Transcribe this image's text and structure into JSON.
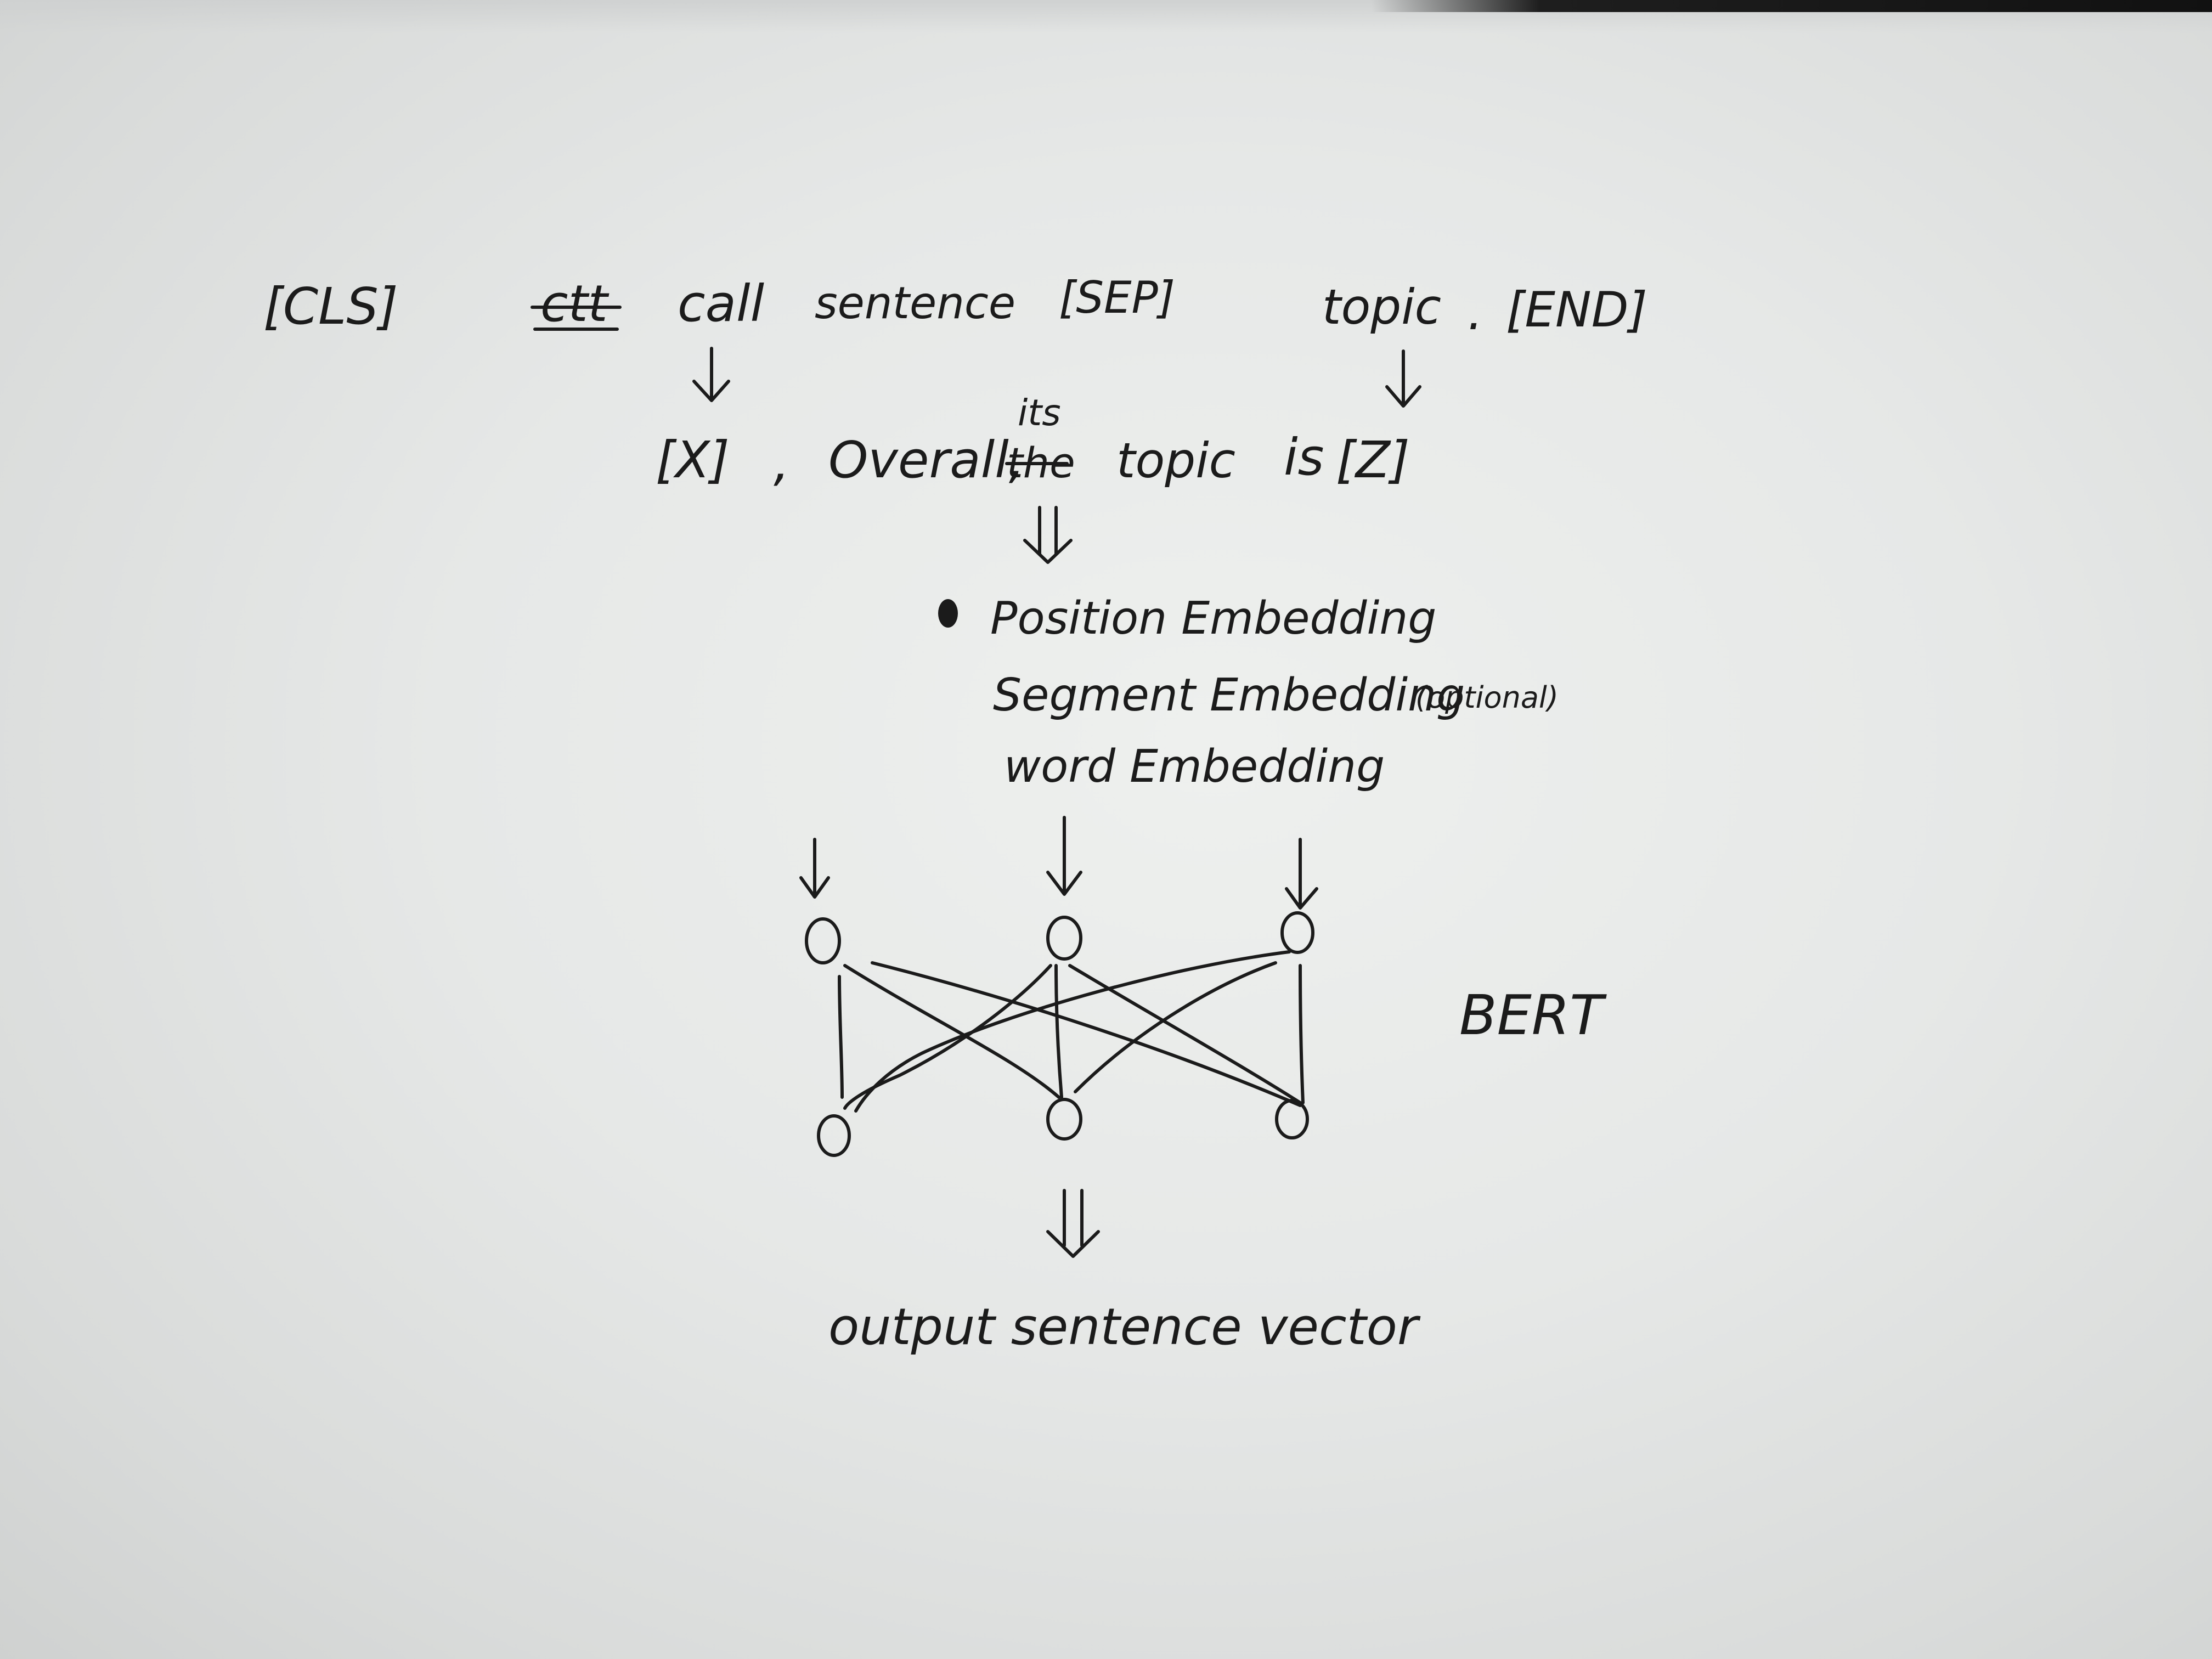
{
  "row1": {
    "cls": "[CLS]",
    "struck": "ctt",
    "call": "call",
    "sentence": "sentence",
    "sep": "[SEP]",
    "topic": "topic",
    "dot": ".",
    "end": "[END]"
  },
  "row2": {
    "x": "[X]",
    "comma1": ",",
    "overall": "Overall,",
    "inserted": "its",
    "struck": "the",
    "topic": "topic",
    "is": "is",
    "z": "[Z]"
  },
  "embeddings": {
    "position": "Position Embedding",
    "segment": "Segment Embedding",
    "optional": "(optional)",
    "word": "word Embedding"
  },
  "model_label": "BERT",
  "output": "output sentence vector"
}
